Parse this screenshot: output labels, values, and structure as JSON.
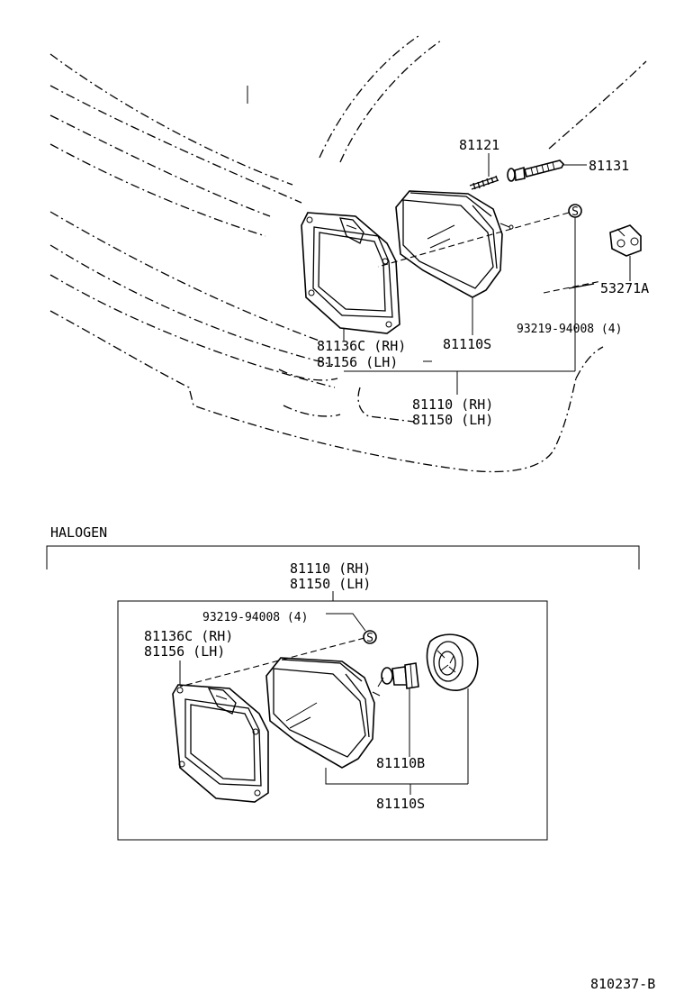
{
  "top_labels": {
    "p81121": "81121",
    "p81131": "81131",
    "p53271a": "53271A",
    "p93219": "93219-94008 (4)",
    "p81110s": "81110S",
    "p81136c_rh": "81136C (RH)",
    "p81156_lh": "81156  (LH)",
    "p81110_rh": "81110 (RH)",
    "p81150_lh": "81150 (LH)"
  },
  "halogen": {
    "title": "HALOGEN",
    "p81110_rh": "81110 (RH)",
    "p81150_lh": "81150 (LH)",
    "p93219": "93219-94008 (4)",
    "p81136c_rh": "81136C (RH)",
    "p81156_lh": "81156  (LH)",
    "p81110b": "81110B",
    "p81110s": "81110S"
  },
  "figure_code": "810237-B",
  "symbols": {
    "screw_marker": "S"
  }
}
